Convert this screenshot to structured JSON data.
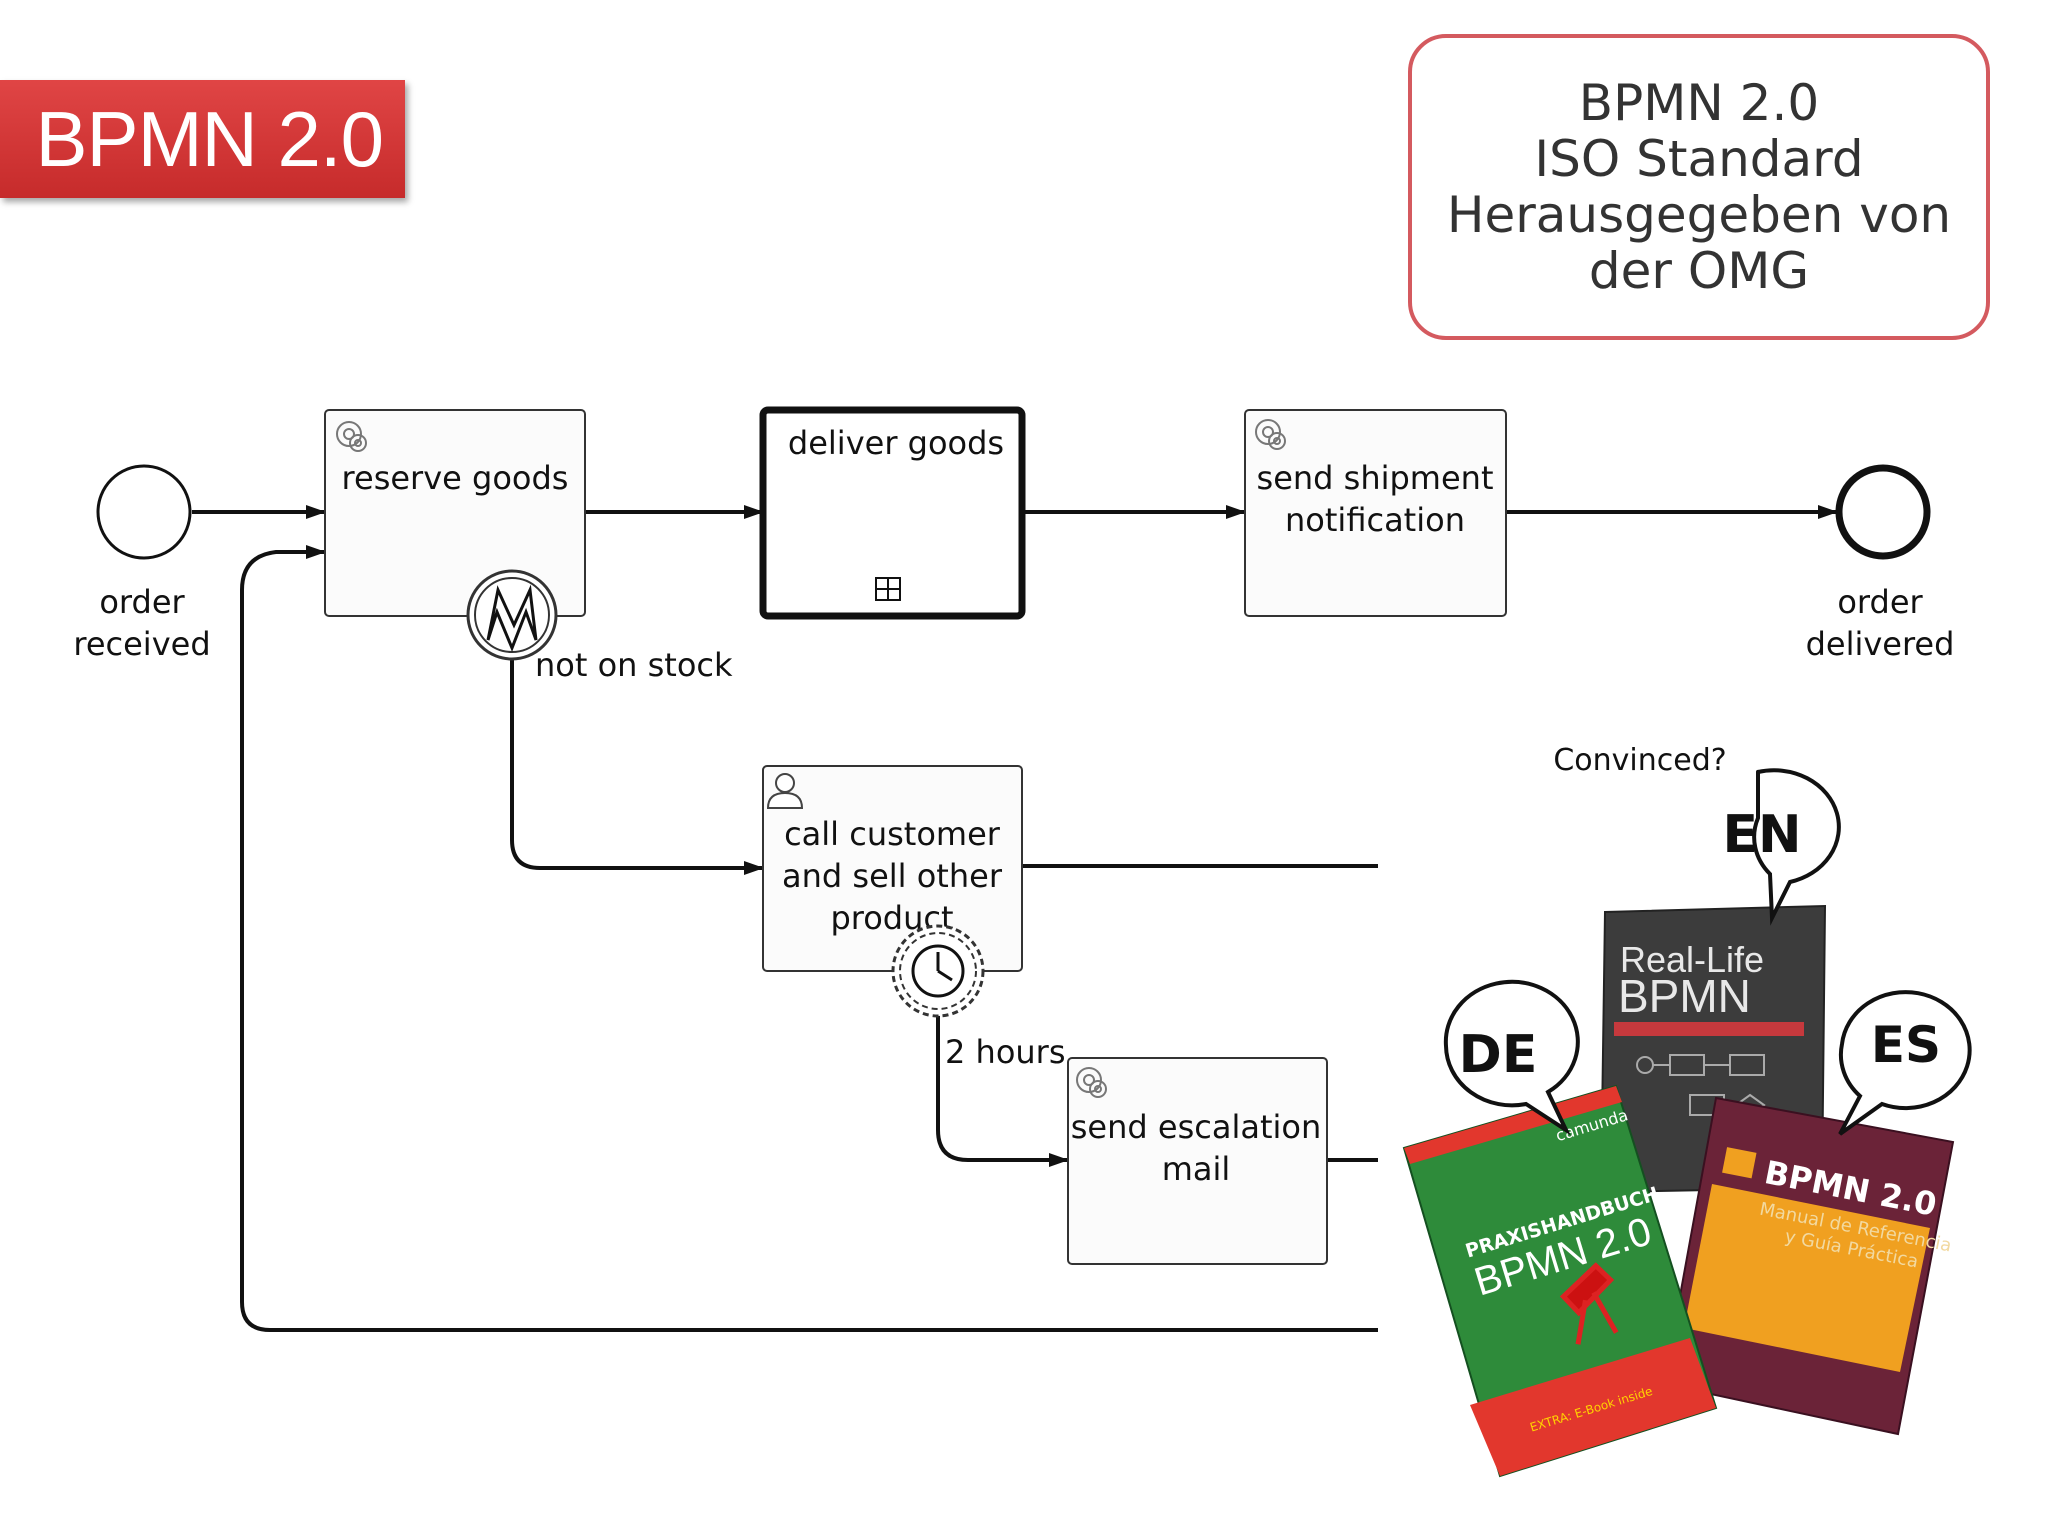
{
  "slide": {
    "title": "BPMN 2.0",
    "info_lines": [
      "BPMN 2.0",
      "ISO Standard",
      "Herausgegeben von",
      "der OMG"
    ]
  },
  "process": {
    "start_event": [
      "order",
      "received"
    ],
    "end_event": [
      "order",
      "delivered"
    ],
    "tasks": {
      "reserve": [
        "reserve goods"
      ],
      "deliver": [
        "deliver goods"
      ],
      "notify": [
        "send shipment",
        "notification"
      ],
      "call": [
        "call customer",
        "and sell other",
        "product"
      ],
      "escalate": [
        "send escalation",
        "mail"
      ]
    },
    "error_label": "not on stock",
    "timer_label": "2 hours"
  },
  "books": {
    "caption": "Convinced?",
    "bubbles": {
      "en": "EN",
      "de": "DE",
      "es": "ES"
    },
    "en_book": {
      "title_line1": "Real-Life",
      "title_line2": "BPMN"
    },
    "de_book": {
      "publisher": "camunda",
      "title_line1": "PRAXISHANDBUCH",
      "title_line2": "BPMN 2.0",
      "extra": "EXTRA: E-Book inside"
    },
    "es_book": {
      "title_line1": "BPMN 2.0",
      "subtitle_line1": "Manual de Referencia",
      "subtitle_line2": "y Guía Práctica"
    }
  },
  "colors": {
    "badge_red": "#d83838",
    "info_border": "#d45a5f",
    "book_green": "#2e8b3a",
    "book_gray": "#3c3c3c",
    "book_maroon": "#6b2338",
    "book_orange": "#f0a020"
  }
}
